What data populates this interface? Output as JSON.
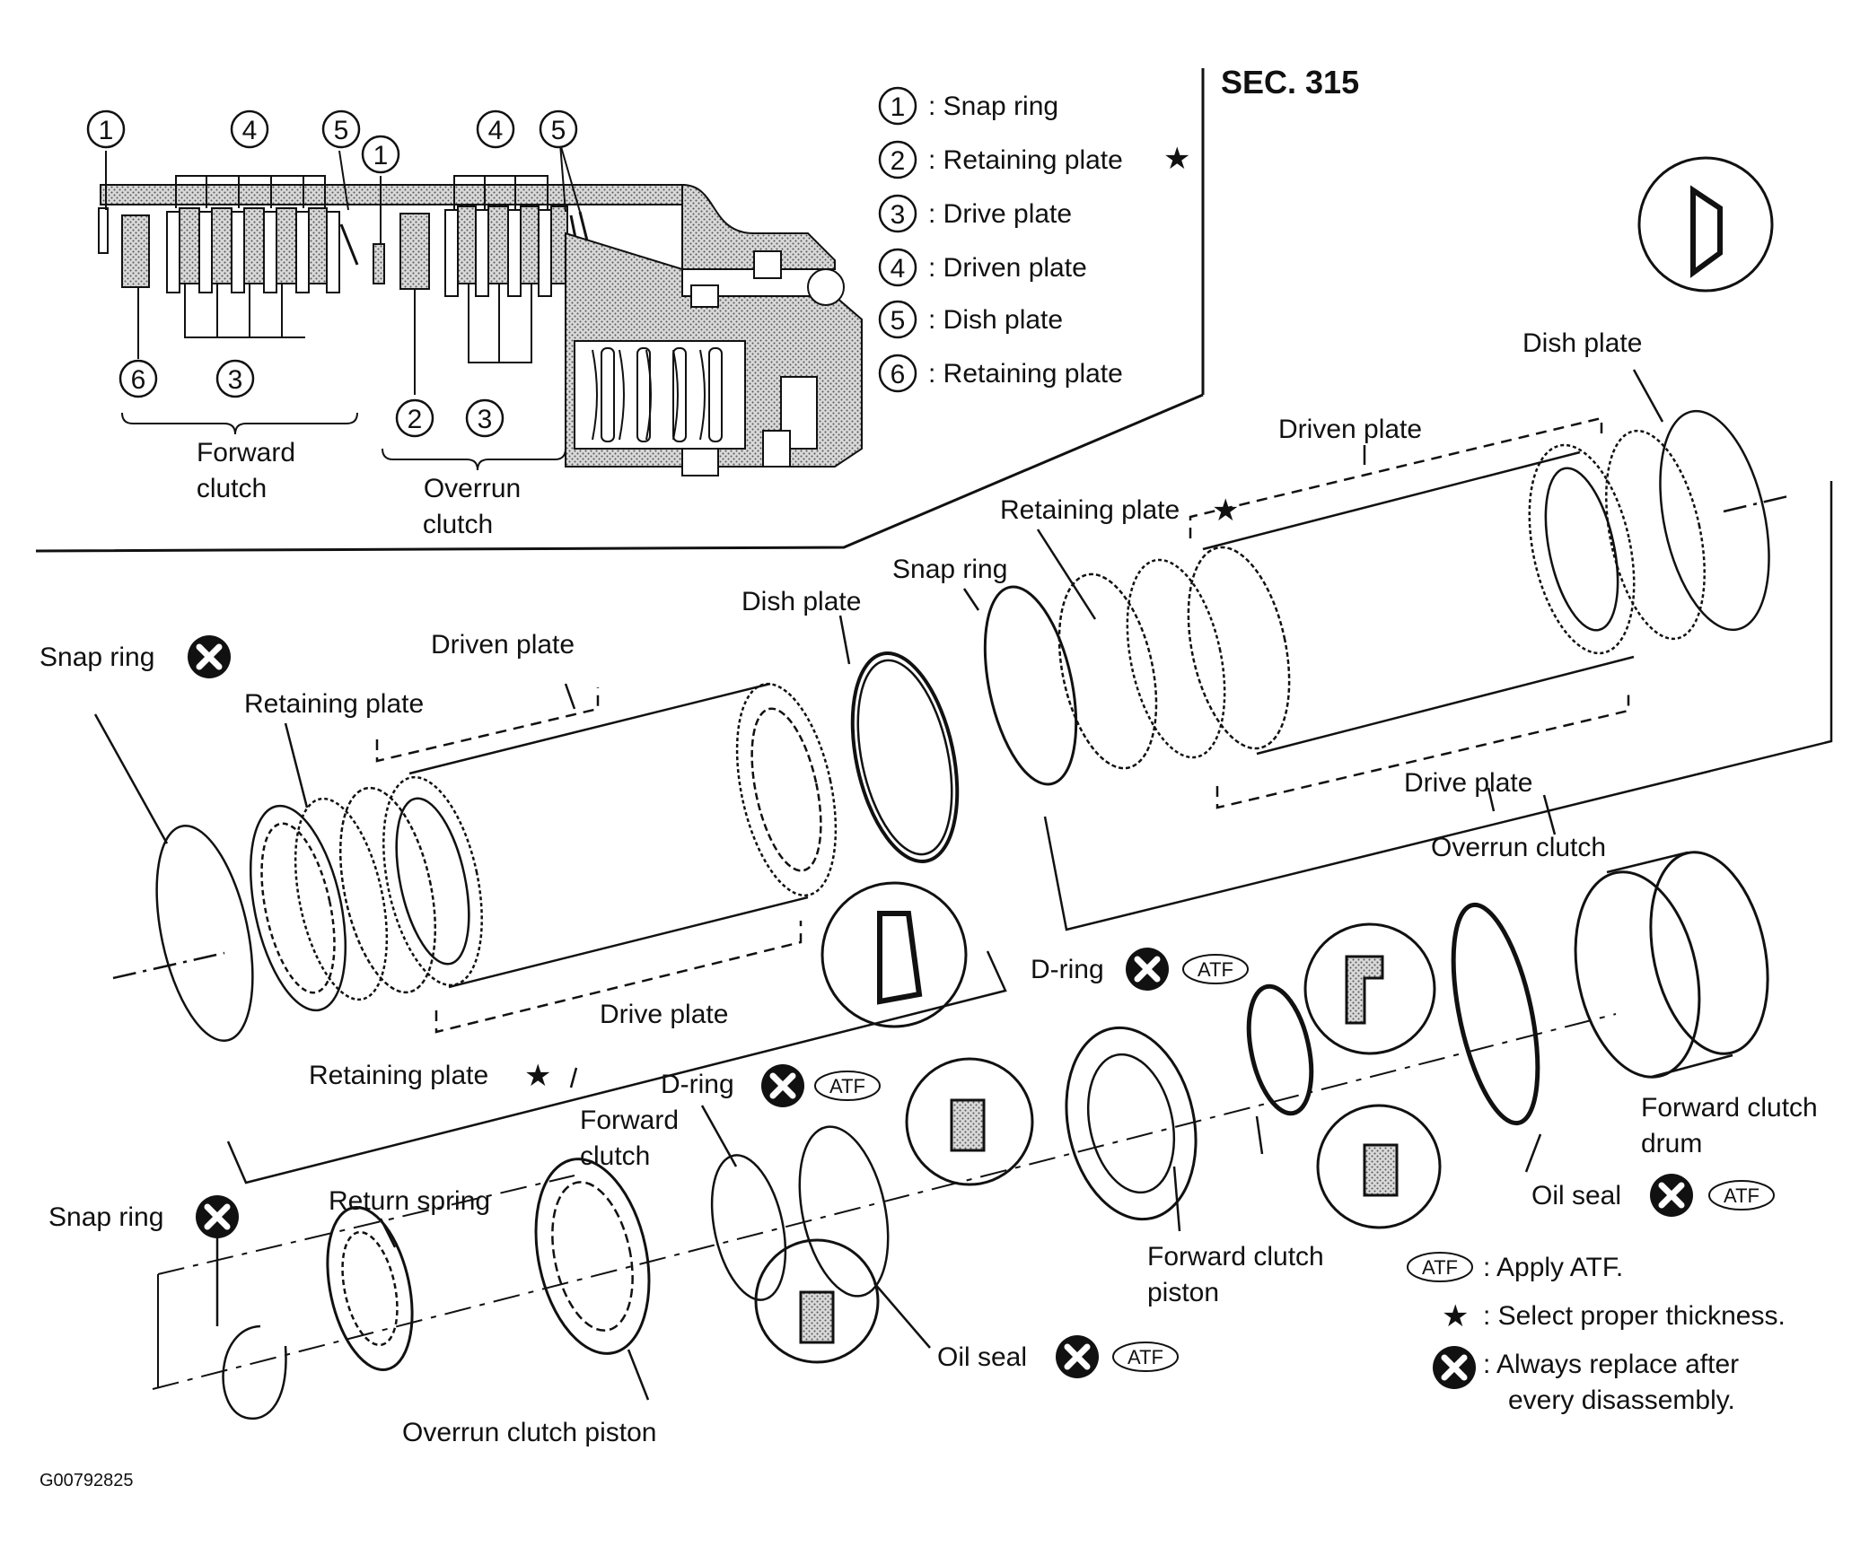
{
  "section": "SEC. 315",
  "figure_id": "G00792825",
  "legend": [
    {
      "num": "1",
      "text": ": Snap ring",
      "star": false
    },
    {
      "num": "2",
      "text": ": Retaining plate",
      "star": true
    },
    {
      "num": "3",
      "text": ": Drive plate",
      "star": false
    },
    {
      "num": "4",
      "text": ": Driven plate",
      "star": false
    },
    {
      "num": "5",
      "text": ": Dish plate",
      "star": false
    },
    {
      "num": "6",
      "text": ": Retaining plate",
      "star": false
    }
  ],
  "inset": {
    "forward_clutch_line1": "Forward",
    "forward_clutch_line2": "clutch",
    "overrun_clutch_line1": "Overrun",
    "overrun_clutch_line2": "clutch",
    "callouts": [
      "1",
      "4",
      "5",
      "1",
      "4",
      "5",
      "6",
      "3",
      "2",
      "3"
    ]
  },
  "labels": {
    "snap_ring_top_left": "Snap ring",
    "retaining_plate_left": "Retaining plate",
    "driven_plate_left": "Driven plate",
    "dish_plate_mid": "Dish plate",
    "drive_plate_mid": "Drive plate",
    "retaining_plate_star_bottom": "Retaining plate",
    "forward_clutch_line1": "Forward",
    "forward_clutch_line2": "clutch",
    "snap_ring_mid": "Snap ring",
    "retaining_plate_star_mid": "Retaining plate",
    "driven_plate_right": "Driven plate",
    "dish_plate_right": "Dish plate",
    "drive_plate_right": "Drive plate",
    "overrun_clutch": "Overrun clutch",
    "d_ring_lower": "D-ring",
    "d_ring_upper": "D-ring",
    "snap_ring_bottom": "Snap ring",
    "return_spring": "Return spring",
    "overrun_clutch_piston": "Overrun clutch piston",
    "oil_seal_mid": "Oil seal",
    "forward_clutch_piston_line1": "Forward clutch",
    "forward_clutch_piston_line2": "piston",
    "oil_seal_right": "Oil seal",
    "forward_clutch_drum_line1": "Forward clutch",
    "forward_clutch_drum_line2": "drum"
  },
  "notes": {
    "atf_badge": "ATF",
    "apply_atf": ": Apply ATF.",
    "select_thickness": ": Select proper thickness.",
    "always_replace_line1": ": Always replace after",
    "always_replace_line2": "every disassembly."
  }
}
